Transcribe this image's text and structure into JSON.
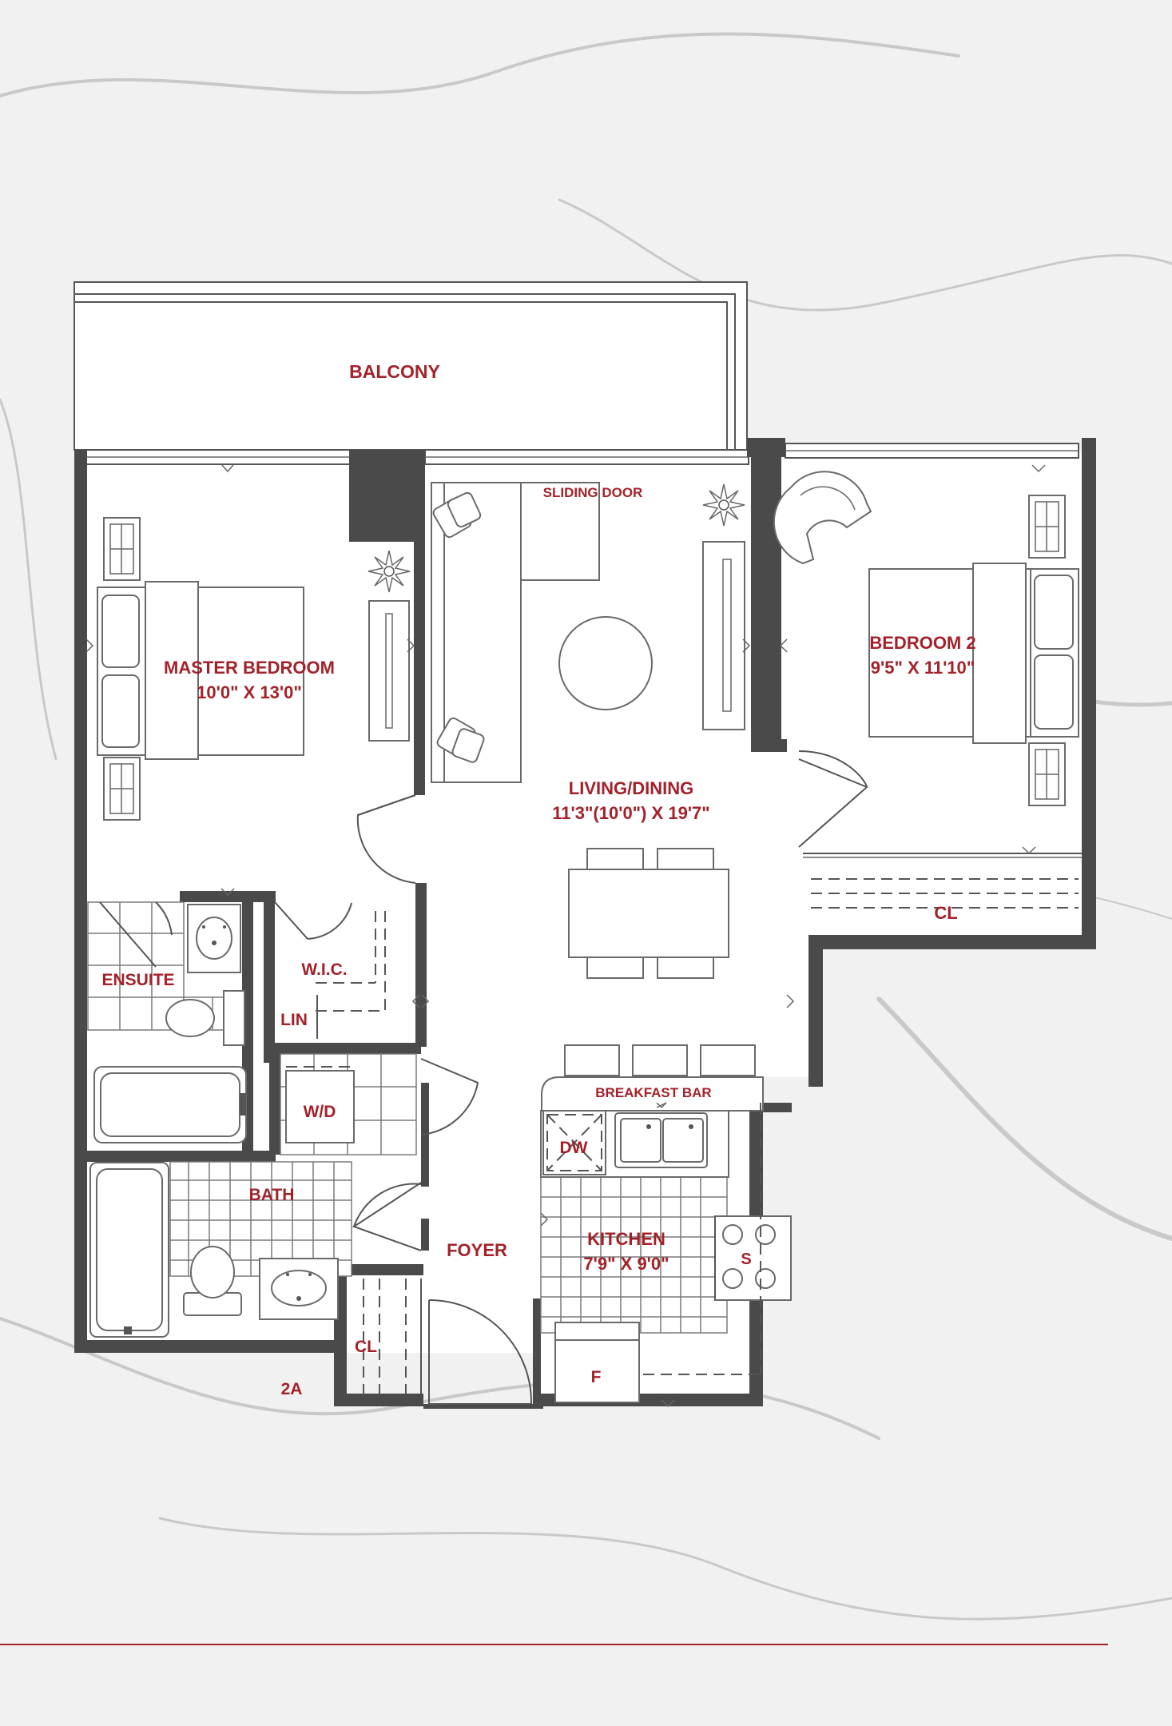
{
  "plan": {
    "unit_code": "2A",
    "rooms": {
      "balcony": "BALCONY",
      "sliding_door": "SLIDING DOOR",
      "master_bedroom": "MASTER BEDROOM",
      "master_bedroom_size": "10'0\" X 13'0\"",
      "living_dining": "LIVING/DINING",
      "living_dining_size": "11'3\"(10'0\") X 19'7\"",
      "bedroom2": "BEDROOM 2",
      "bedroom2_size": "9'5\" X 11'10\"",
      "ensuite": "ENSUITE",
      "wic": "W.I.C.",
      "lin": "LIN",
      "wd": "W/D",
      "bath": "BATH",
      "breakfast_bar": "BREAKFAST BAR",
      "dw": "DW",
      "kitchen": "KITCHEN",
      "kitchen_size": "7'9\" X 9'0\"",
      "stove": "S",
      "foyer": "FOYER",
      "cl_bedroom2": "CL",
      "cl_foyer": "CL",
      "fridge": "F"
    }
  },
  "colors": {
    "label": "#a3222a",
    "wall": "#4a4a4a",
    "background": "#f1f1f1",
    "divider": "#a3222a"
  }
}
